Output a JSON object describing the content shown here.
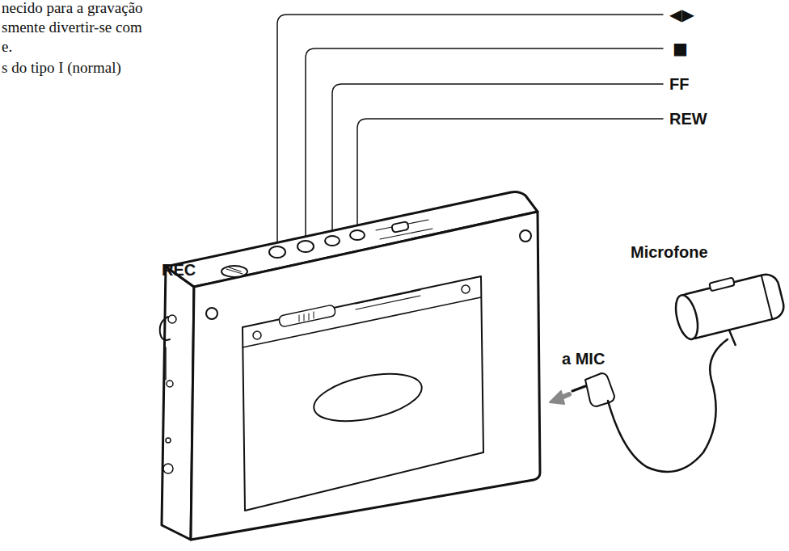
{
  "diagram": {
    "labels": [
      "necido para a gravação smente divertir-se com e.",
      "s do tipo I (normal)",
      "◀▶",
      "■",
      "FF",
      "REW",
      "REC",
      "Microfone",
      "a MIC"
    ]
  }
}
